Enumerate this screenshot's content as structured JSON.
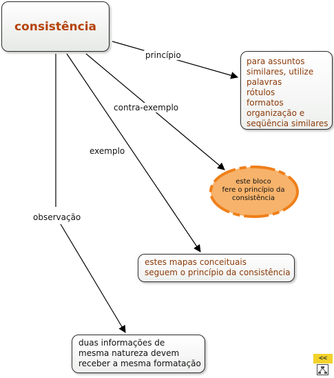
{
  "root": {
    "label": "consistência"
  },
  "nodes": {
    "principle": {
      "lines": [
        "para assuntos",
        "similares, utilize",
        "palavras",
        "rótulos",
        "formatos",
        "organização e",
        "seqüência similares"
      ]
    },
    "counterexample": {
      "lines": [
        "este bloco",
        "fere o princípio da",
        "consistência"
      ]
    },
    "example": {
      "lines": [
        "estes mapas conceituais",
        "seguem o princípio da consistência"
      ]
    },
    "observation": {
      "lines": [
        "duas informações de",
        "mesma natureza devem",
        "receber a mesma formatação"
      ]
    }
  },
  "links": {
    "principle": "princípio",
    "counterexample": "contra-exemplo",
    "example": "exemplo",
    "observation": "observação"
  },
  "nav": {
    "back_label": "<<",
    "map_icon": "concept-map-icon"
  },
  "colors": {
    "root_text": "#b5420b",
    "node_text": "#8b3a0a",
    "ellipse_fill": "#f7b36b",
    "ellipse_border": "#ef7f1a"
  }
}
